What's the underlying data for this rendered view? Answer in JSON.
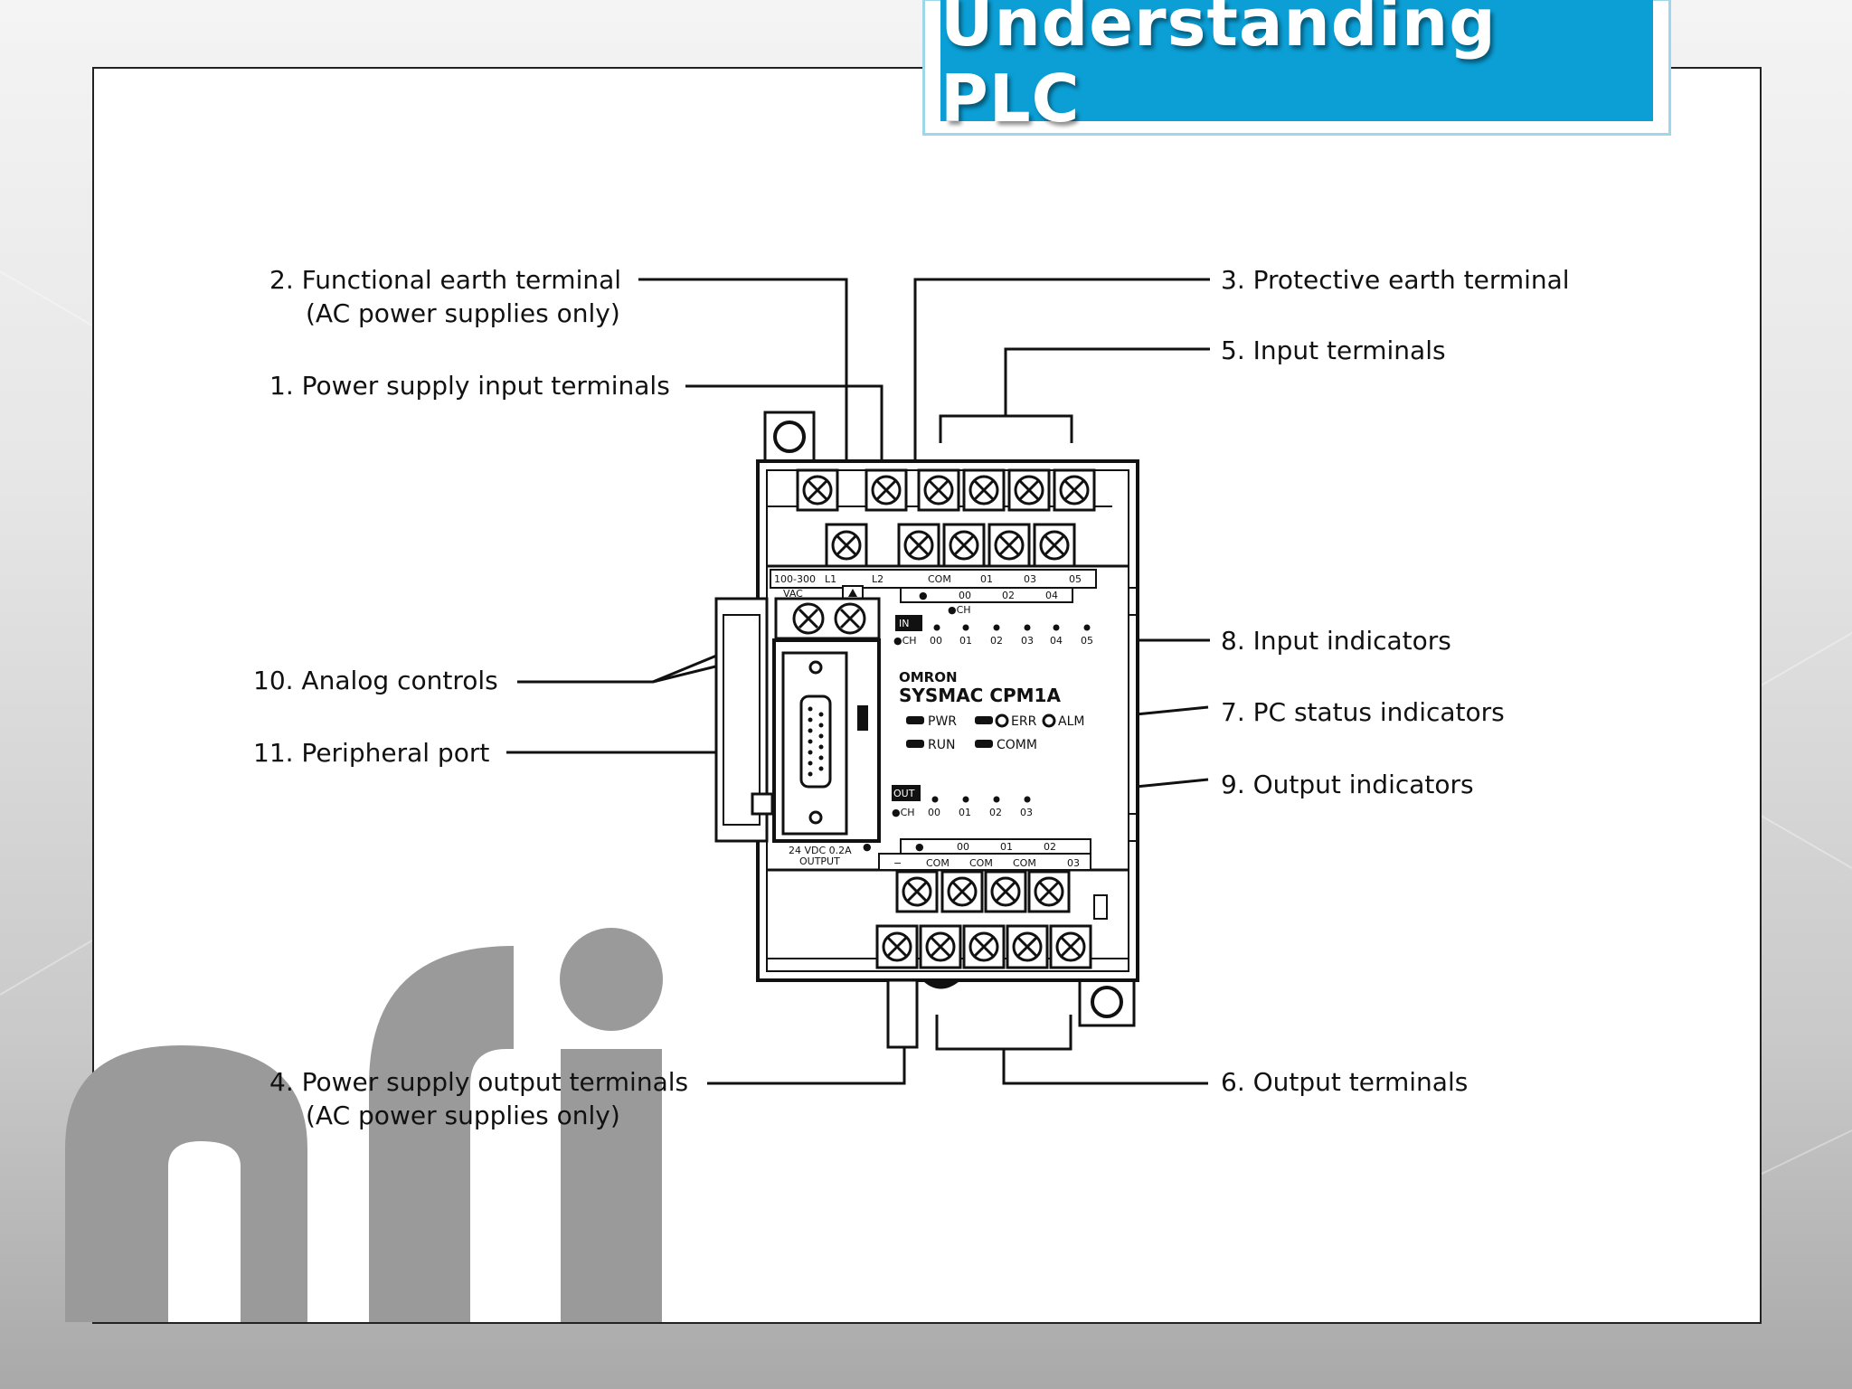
{
  "slide": {
    "title": "Understanding PLC"
  },
  "labels": {
    "l2a": "2. Functional earth terminal",
    "l2b": "(AC power supplies only)",
    "l1": "1. Power supply input terminals",
    "l10": "10. Analog controls",
    "l11": "11. Peripheral port",
    "l4a": "4. Power supply output terminals",
    "l4b": "(AC power supplies only)",
    "l3": "3. Protective earth terminal",
    "l5": "5. Input terminals",
    "l8": "8. Input indicators",
    "l7": "7. PC status indicators",
    "l9": "9. Output indicators",
    "l6": "6. Output terminals"
  },
  "device": {
    "brand": "OMRON",
    "model": "SYSMAC CPM1A",
    "status": {
      "pwr": "PWR",
      "err": "ERR",
      "alm": "ALM",
      "run": "RUN",
      "comm": "COMM"
    },
    "in_label": "IN",
    "out_label": "OUT",
    "ch": "●CH",
    "in_channels": [
      "00",
      "01",
      "02",
      "03",
      "04",
      "05"
    ],
    "out_channels": [
      "00",
      "01",
      "02",
      "03"
    ],
    "top_strip": {
      "vac_a": "100-300",
      "vac_b": "VAC",
      "l1": "L1",
      "l2": "L2",
      "com": "COM",
      "n01": "01",
      "n03": "03",
      "n05": "05",
      "n00": "00",
      "n02": "02",
      "n04": "04",
      "ch": "●CH"
    },
    "bottom_strip": {
      "supply_a": "24 VDC 0.2A",
      "supply_b": "OUTPUT",
      "minus": "−",
      "com1": "COM",
      "com2": "COM",
      "com3": "COM",
      "n00": "00",
      "n01": "01",
      "n02": "02",
      "n03": "03"
    }
  },
  "watermark": {
    "text": "nfi",
    "color": "#999999"
  },
  "colors": {
    "title_bg": "#0b9fd6",
    "title_border": "#9fd7ea",
    "ink": "#111111"
  }
}
